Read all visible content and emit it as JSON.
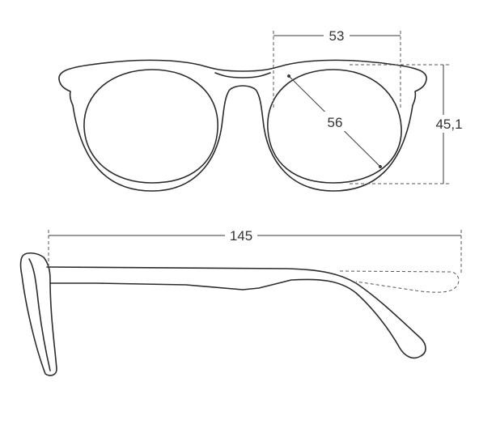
{
  "dimensions": {
    "lens_width": "53",
    "lens_diagonal": "56",
    "lens_height": "45,1",
    "temple_length": "145"
  },
  "colors": {
    "line": "#2b2b2b",
    "background": "#ffffff"
  }
}
